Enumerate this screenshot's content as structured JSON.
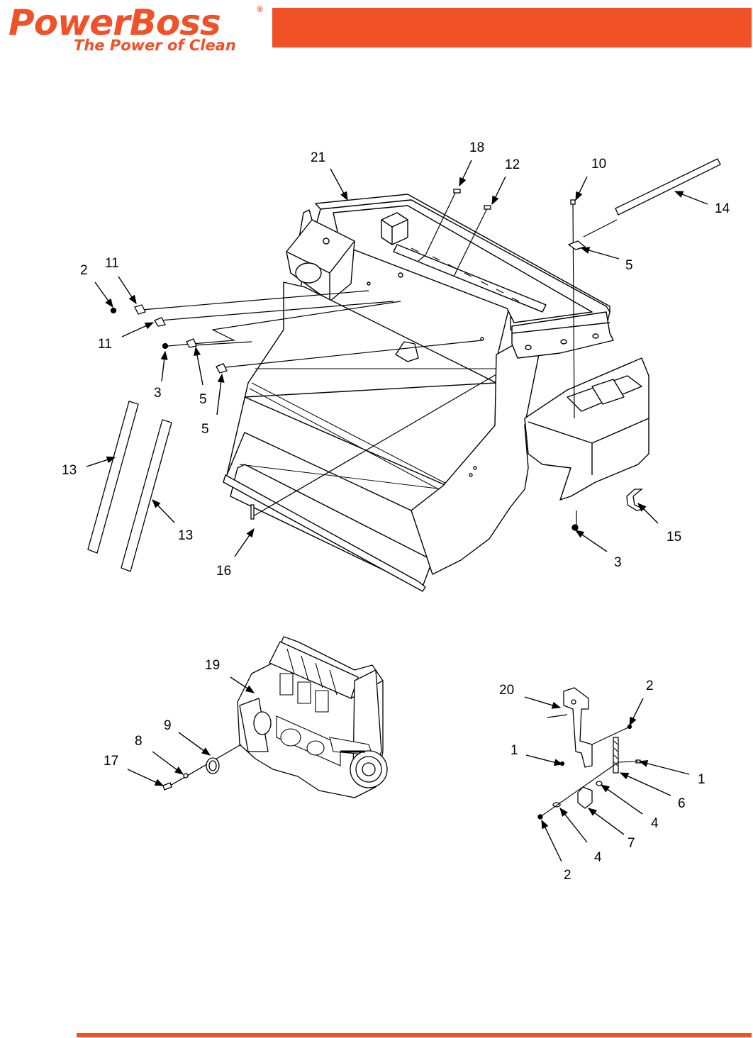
{
  "brand": {
    "name": "PowerBoss",
    "registered_mark": "®",
    "tagline": "The Power of Clean",
    "color": "#f05127"
  },
  "callouts": [
    {
      "id": "c21",
      "text": "21"
    },
    {
      "id": "c18",
      "text": "18"
    },
    {
      "id": "c12",
      "text": "12"
    },
    {
      "id": "c10",
      "text": "10"
    },
    {
      "id": "c14",
      "text": "14"
    },
    {
      "id": "c5a",
      "text": "5"
    },
    {
      "id": "c2a",
      "text": "2"
    },
    {
      "id": "c11a",
      "text": "11"
    },
    {
      "id": "c11b",
      "text": "11"
    },
    {
      "id": "c3a",
      "text": "3"
    },
    {
      "id": "c5b",
      "text": "5"
    },
    {
      "id": "c5c",
      "text": "5"
    },
    {
      "id": "c13a",
      "text": "13"
    },
    {
      "id": "c13b",
      "text": "13"
    },
    {
      "id": "c16",
      "text": "16"
    },
    {
      "id": "c15",
      "text": "15"
    },
    {
      "id": "c3b",
      "text": "3"
    },
    {
      "id": "c19",
      "text": "19"
    },
    {
      "id": "c9",
      "text": "9"
    },
    {
      "id": "c8",
      "text": "8"
    },
    {
      "id": "c17",
      "text": "17"
    },
    {
      "id": "c20",
      "text": "20"
    },
    {
      "id": "c2b",
      "text": "2"
    },
    {
      "id": "c1a",
      "text": "1"
    },
    {
      "id": "c1b",
      "text": "1"
    },
    {
      "id": "c6",
      "text": "6"
    },
    {
      "id": "c4a",
      "text": "4"
    },
    {
      "id": "c7",
      "text": "7"
    },
    {
      "id": "c4b",
      "text": "4"
    },
    {
      "id": "c2c",
      "text": "2"
    }
  ]
}
